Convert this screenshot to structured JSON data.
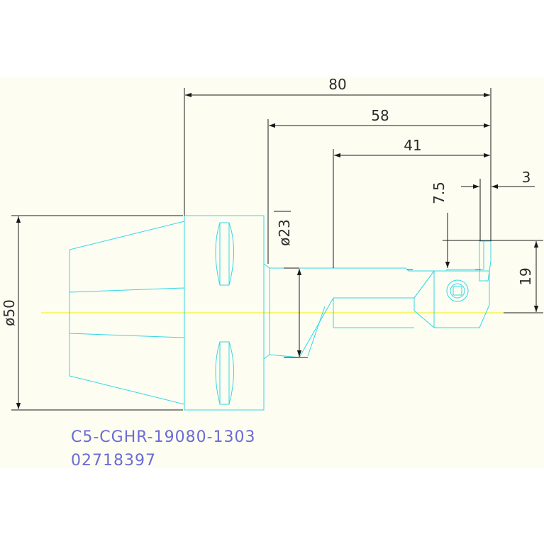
{
  "drawing": {
    "dimensions": {
      "overall_length": "80",
      "body_length": "58",
      "bar_length": "41",
      "insert_width": "3",
      "insert_height": "7.5",
      "center_height": "19",
      "shank_diameter": "ø50",
      "bar_diameter": "ø23"
    },
    "part_number": "C5-CGHR-19080-1303",
    "order_code": "02718397",
    "colors": {
      "background": "#fdfdf2",
      "outline": "#33d6e6",
      "dimension": "#1a1a1a",
      "centerline": "#f2f000",
      "caption": "#6b6bd6",
      "accent_red": "#e02020"
    }
  }
}
